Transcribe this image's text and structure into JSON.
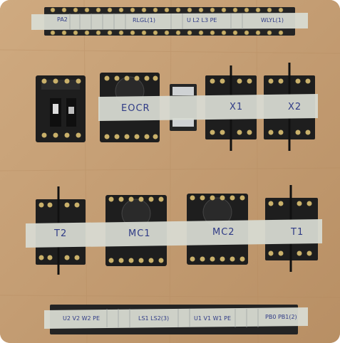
{
  "colors": {
    "board": "#c6a27a",
    "tape": "#d8dbd2",
    "device": "#1e1e1e",
    "screw": "#c9b06a",
    "ink": "#2f3b86"
  },
  "top_strip": {
    "labels": [
      "PA2",
      "RLGL(1)",
      "U L2 L3 PE",
      "WLYL(1)"
    ]
  },
  "devices_row1": {
    "labels": [
      "EOCR",
      "X1",
      "X2"
    ]
  },
  "devices_row2": {
    "labels": [
      "T2",
      "MC1",
      "MC2",
      "T1"
    ]
  },
  "bottom_strip": {
    "labels": [
      "U2 V2 W2 PE",
      "LS1 LS2(3)",
      "U1 V1 W1 PE",
      "PB0 PB1(2)"
    ]
  }
}
